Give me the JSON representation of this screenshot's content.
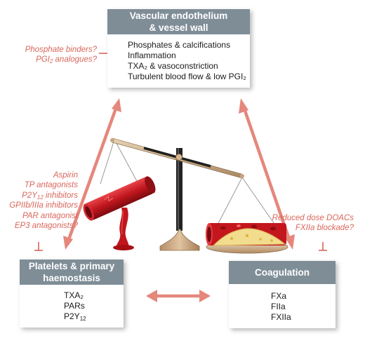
{
  "vessel_box": {
    "title_line1": "Vascular endothelium",
    "title_line2": "& vessel wall",
    "items": [
      "Phosphates & calcifications",
      "Inflammation",
      "TXA₂ & vasoconstriction",
      "Turbulent blood flow & low PGI₂"
    ]
  },
  "platelets_box": {
    "title_line1": "Platelets & primary",
    "title_line2": "haemostasis",
    "items": [
      "TXA₂",
      "PARs",
      "P2Y"
    ],
    "p2y_sub": "12"
  },
  "coagulation_box": {
    "title": "Coagulation",
    "items": [
      "FXa",
      "FIIa",
      "FXIIa"
    ]
  },
  "vessel_therapies": {
    "line1": "Phosphate binders?",
    "line2_pre": "PGI",
    "line2_sub": "2",
    "line2_post": " analogues?"
  },
  "platelet_therapies": {
    "items": [
      "Aspirin",
      "TP antagonists"
    ],
    "p2y_pre": "P2Y",
    "p2y_sub": "12",
    "p2y_post": " inhibitors",
    "items_after": [
      "GPIIb/IIIa inhibitors",
      "PAR antagonist",
      "EP3 antagonists?"
    ]
  },
  "coag_therapies": {
    "items": [
      "Reduced dose DOACs",
      "FXIIa blockade?"
    ]
  },
  "colors": {
    "box_header": "#7f8d97",
    "arrow": "#e5877c",
    "therapy_text": "#d9665a",
    "blood_red": "#c0161d"
  },
  "icons": [
    "balance-scale-icon",
    "blood-vessel-icon",
    "blood-drop-icon",
    "atherosclerotic-plaque-icon"
  ]
}
